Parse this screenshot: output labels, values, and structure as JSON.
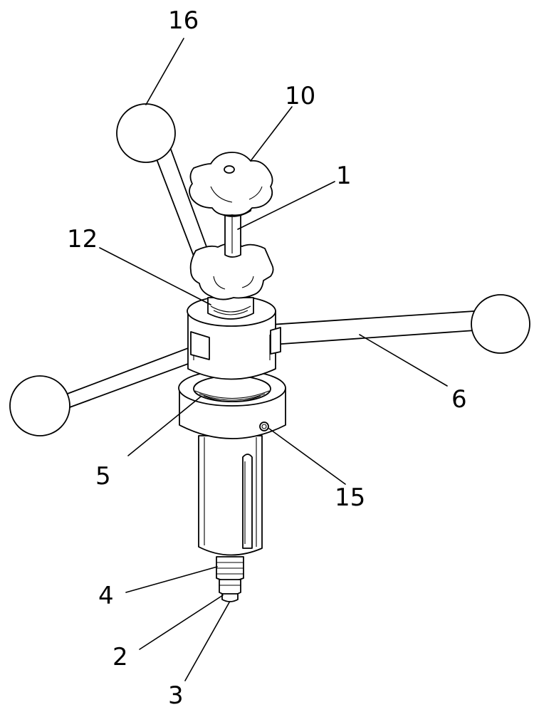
{
  "callouts": [
    {
      "id": "16",
      "text": "16"
    },
    {
      "id": "10",
      "text": "10"
    },
    {
      "id": "1",
      "text": "1"
    },
    {
      "id": "12",
      "text": "12"
    },
    {
      "id": "6",
      "text": "6"
    },
    {
      "id": "5",
      "text": "5"
    },
    {
      "id": "15",
      "text": "15"
    },
    {
      "id": "4",
      "text": "4"
    },
    {
      "id": "2",
      "text": "2"
    },
    {
      "id": "3",
      "text": "3"
    }
  ]
}
